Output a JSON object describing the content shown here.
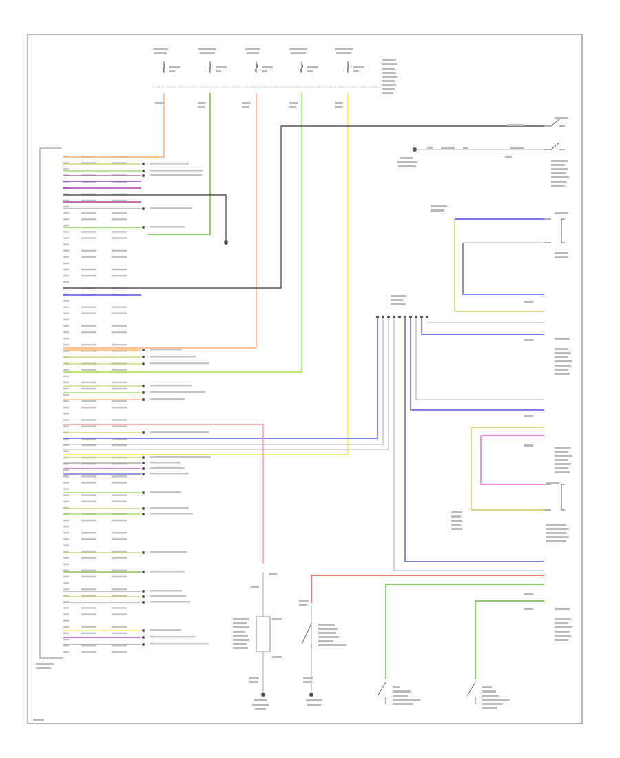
{
  "diagram": {
    "doc_code": "",
    "frame": {
      "stroke": "#888888"
    },
    "wire_colors": {
      "orange": "#f7b07a",
      "green": "#66bb33",
      "light_green": "#99dd55",
      "yellow": "#eeee44",
      "violet": "#8844cc",
      "purple": "#aa44aa",
      "blue": "#5555ee",
      "red": "#ee4444",
      "pink": "#ee66cc",
      "gray": "#9a9a9a",
      "black": "#555555",
      "olive": "#cccc66"
    },
    "sections": [
      {
        "id": "fuse-panel",
        "label": ""
      },
      {
        "id": "instrument-cluster",
        "label": ""
      },
      {
        "id": "front-connectors",
        "label": ""
      },
      {
        "id": "right-components",
        "label": ""
      },
      {
        "id": "bottom-switches",
        "label": ""
      }
    ]
  }
}
